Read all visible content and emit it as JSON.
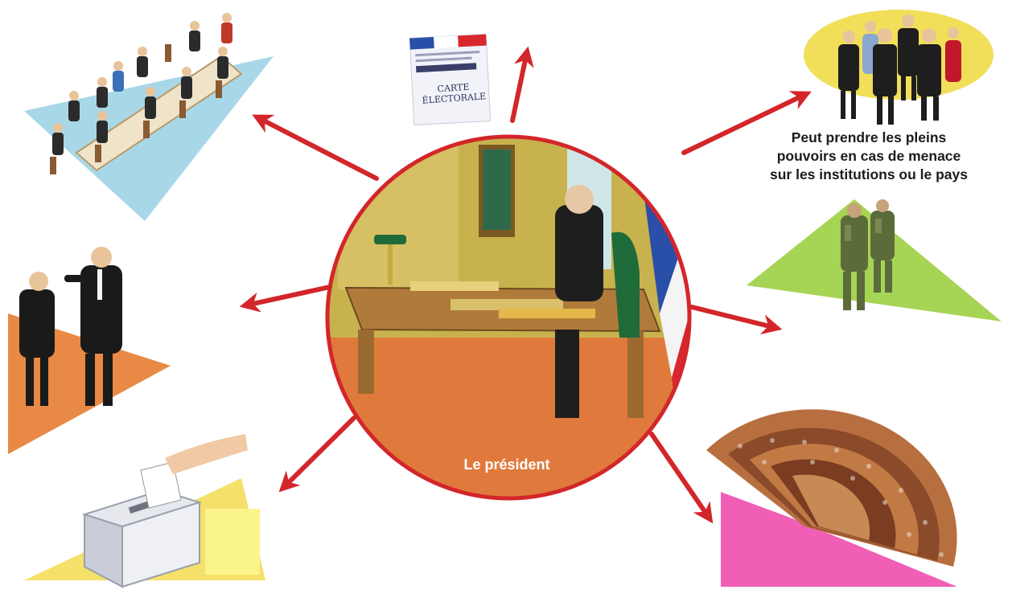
{
  "center": {
    "label": "Le président"
  },
  "voter_card": {
    "line1": "CARTE",
    "line2": "ÉLECTORALE"
  },
  "emergency_powers": {
    "lines": [
      "Peut prendre les pleins",
      "pouvoirs en cas de menace",
      "sur les institutions ou le pays"
    ]
  },
  "colors": {
    "arrow": "#d3262a",
    "circle_border": "#d3262a",
    "wall": "#c8b24e",
    "floor": "#e07a3c",
    "flag_blue": "#2a4fa8",
    "flag_red": "#d8282e",
    "council_floor": "#a8d8e8",
    "military_floor": "#a6d455",
    "diplomacy_floor": "#e88a45",
    "ballot_floor": "#f5e06a",
    "assembly_floor": "#f05fb5",
    "leaders_disc": "#f1df5a"
  },
  "icons": [
    "council-meeting-icon",
    "voter-card-icon",
    "leaders-group-icon",
    "soldiers-icon",
    "diplomacy-icon",
    "ballot-box-icon",
    "national-assembly-icon",
    "president-office-icon"
  ]
}
